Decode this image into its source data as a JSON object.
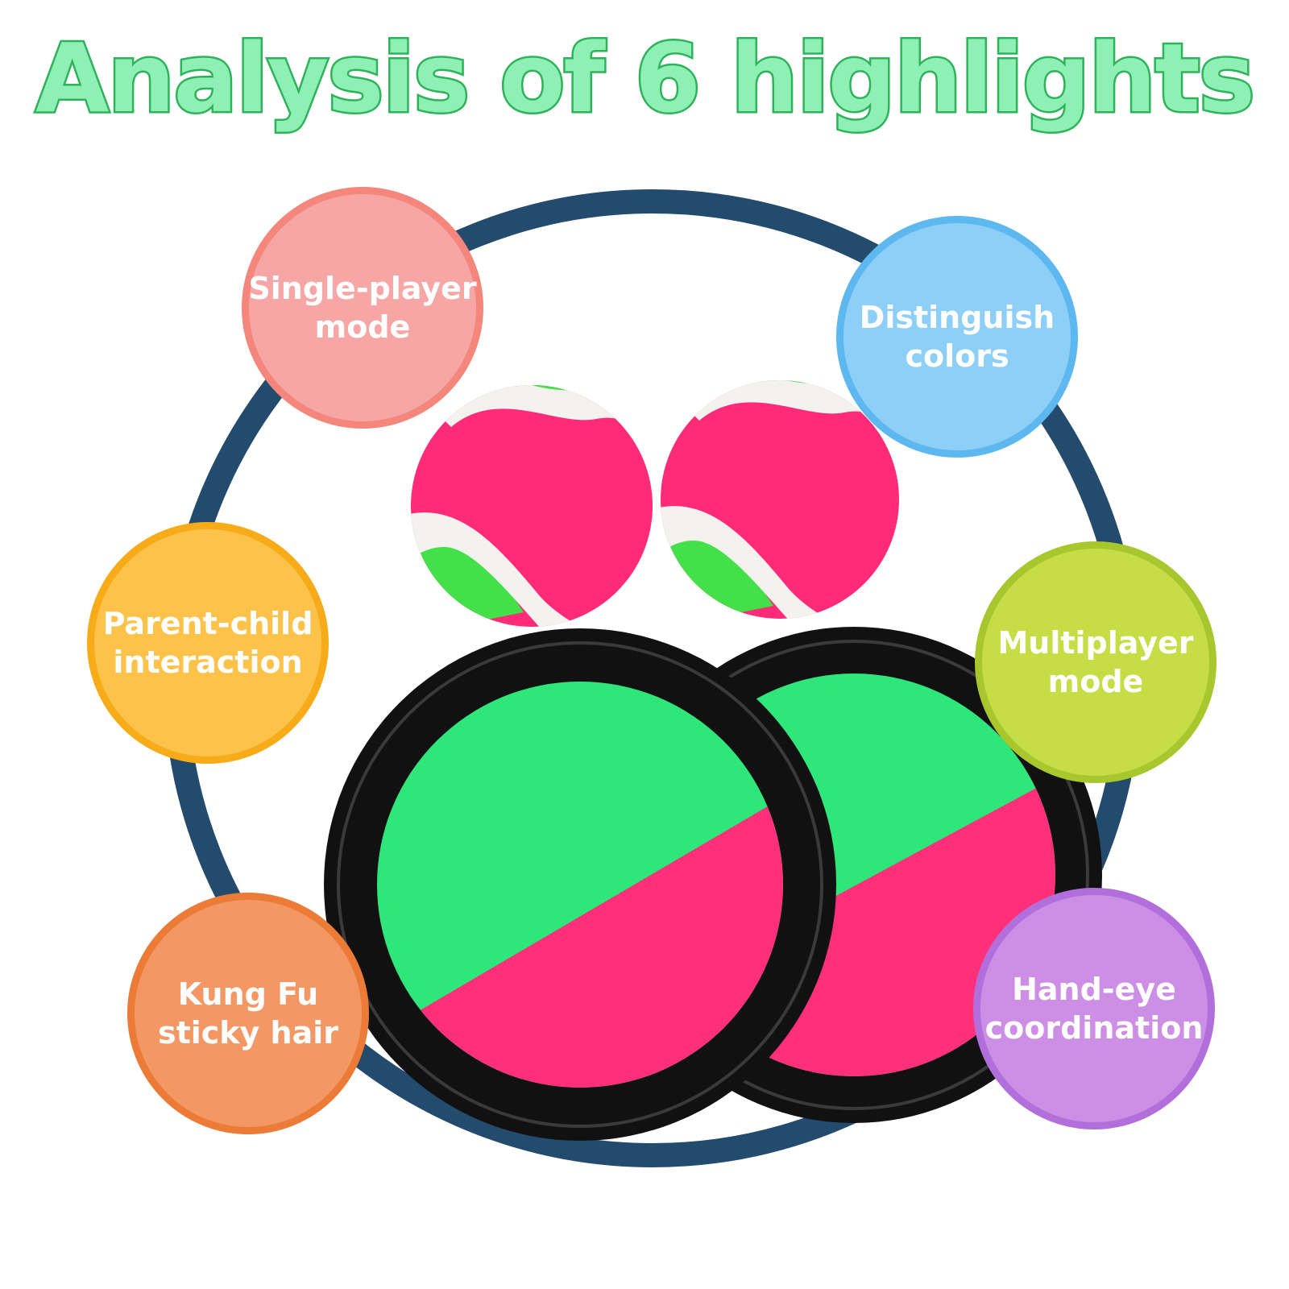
{
  "title": "Analysis of 6 highlights",
  "colors": {
    "title_fill": "#8ef0b4",
    "title_stroke": "#2fb35a",
    "ring": "#234b6e",
    "paddle_green": "#2fe67a",
    "paddle_pink": "#ff2f7a",
    "paddle_rim": "#111111"
  },
  "highlights": [
    {
      "lines": [
        "Single-player",
        "mode"
      ],
      "color": "#f6a6a4"
    },
    {
      "lines": [
        "Distinguish",
        "colors"
      ],
      "color": "#8ecff7"
    },
    {
      "lines": [
        "Parent-child",
        "interaction"
      ],
      "color": "#fcc24a"
    },
    {
      "lines": [
        "Multiplayer",
        "mode"
      ],
      "color": "#c6dd46"
    },
    {
      "lines": [
        "Kung Fu",
        "sticky hair"
      ],
      "color": "#f39864"
    },
    {
      "lines": [
        "Hand-eye",
        "coordination"
      ],
      "color": "#cd8fe6"
    }
  ]
}
